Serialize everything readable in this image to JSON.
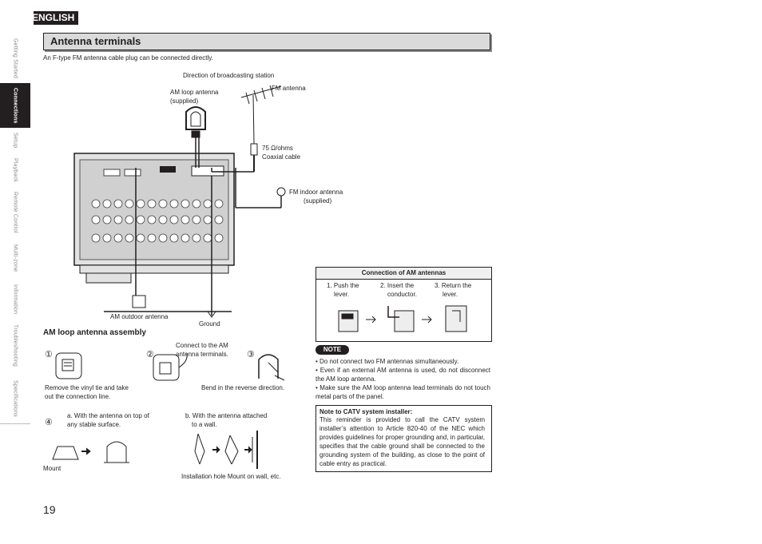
{
  "header": {
    "language": "ENGLISH"
  },
  "side_nav": [
    {
      "label": "Getting Started",
      "active": false
    },
    {
      "label": "Connections",
      "active": true
    },
    {
      "label": "Setup",
      "active": false
    },
    {
      "label": "Playback",
      "active": false
    },
    {
      "label": "Remote Control",
      "active": false
    },
    {
      "label": "Multi-zone",
      "active": false
    },
    {
      "label": "Information",
      "active": false
    },
    {
      "label": "Troubleshooting",
      "active": false
    },
    {
      "label": "Specifications",
      "active": false
    }
  ],
  "section": {
    "title": "Antenna terminals",
    "intro": "An F-type FM antenna cable plug can be connected directly."
  },
  "diagram": {
    "direction": "Direction of broadcasting station",
    "fm_antenna": "FM antenna",
    "am_loop_line1": "AM loop antenna",
    "am_loop_line2": "(supplied)",
    "coax_line1": "75 Ω/ohms",
    "coax_line2": "Coaxial cable",
    "fm_indoor_line1": "FM indoor antenna",
    "fm_indoor_line2": "(supplied)",
    "am_outdoor": "AM outdoor antenna",
    "ground": "Ground"
  },
  "am_connection": {
    "title": "Connection of AM antennas",
    "steps": [
      {
        "line1": "1. Push the",
        "line2": "lever."
      },
      {
        "line1": "2. Insert the",
        "line2": "conductor."
      },
      {
        "line1": "3. Return the",
        "line2": "lever."
      }
    ]
  },
  "assembly": {
    "heading": "AM loop antenna assembly",
    "step1_num": "①",
    "step2_num": "②",
    "step3_num": "③",
    "step4_num": "④",
    "step1_text_line1": "Remove the vinyl tie and take",
    "step1_text_line2": "out the connection line.",
    "step2_text_line1": "Connect to the AM",
    "step2_text_line2": "antenna terminals.",
    "step3_text": "Bend in the reverse direction.",
    "step4a_line1": "a. With the antenna on top of",
    "step4a_line2": "any stable surface.",
    "step4b_line1": "b. With the antenna attached",
    "step4b_line2": "to a wall.",
    "mount": "Mount",
    "install_caption": "Installation hole Mount on wall, etc."
  },
  "note": {
    "badge": "NOTE",
    "items": [
      "Do not connect two FM antennas simultaneously.",
      "Even if an external AM antenna is used, do not disconnect the AM loop antenna.",
      "Make sure the AM loop antenna lead terminals do not touch metal parts of the panel."
    ]
  },
  "catv": {
    "title": "Note to CATV system installer:",
    "body": "This reminder is provided to call the CATV system installer’s attention to Article 820-40 of the NEC which provides guidelines for proper grounding and, in particular, specifies that the cable ground shall be connected to the grounding system of the building, as close to the point of cable entry as practical."
  },
  "footer": {
    "page_number": "19"
  }
}
